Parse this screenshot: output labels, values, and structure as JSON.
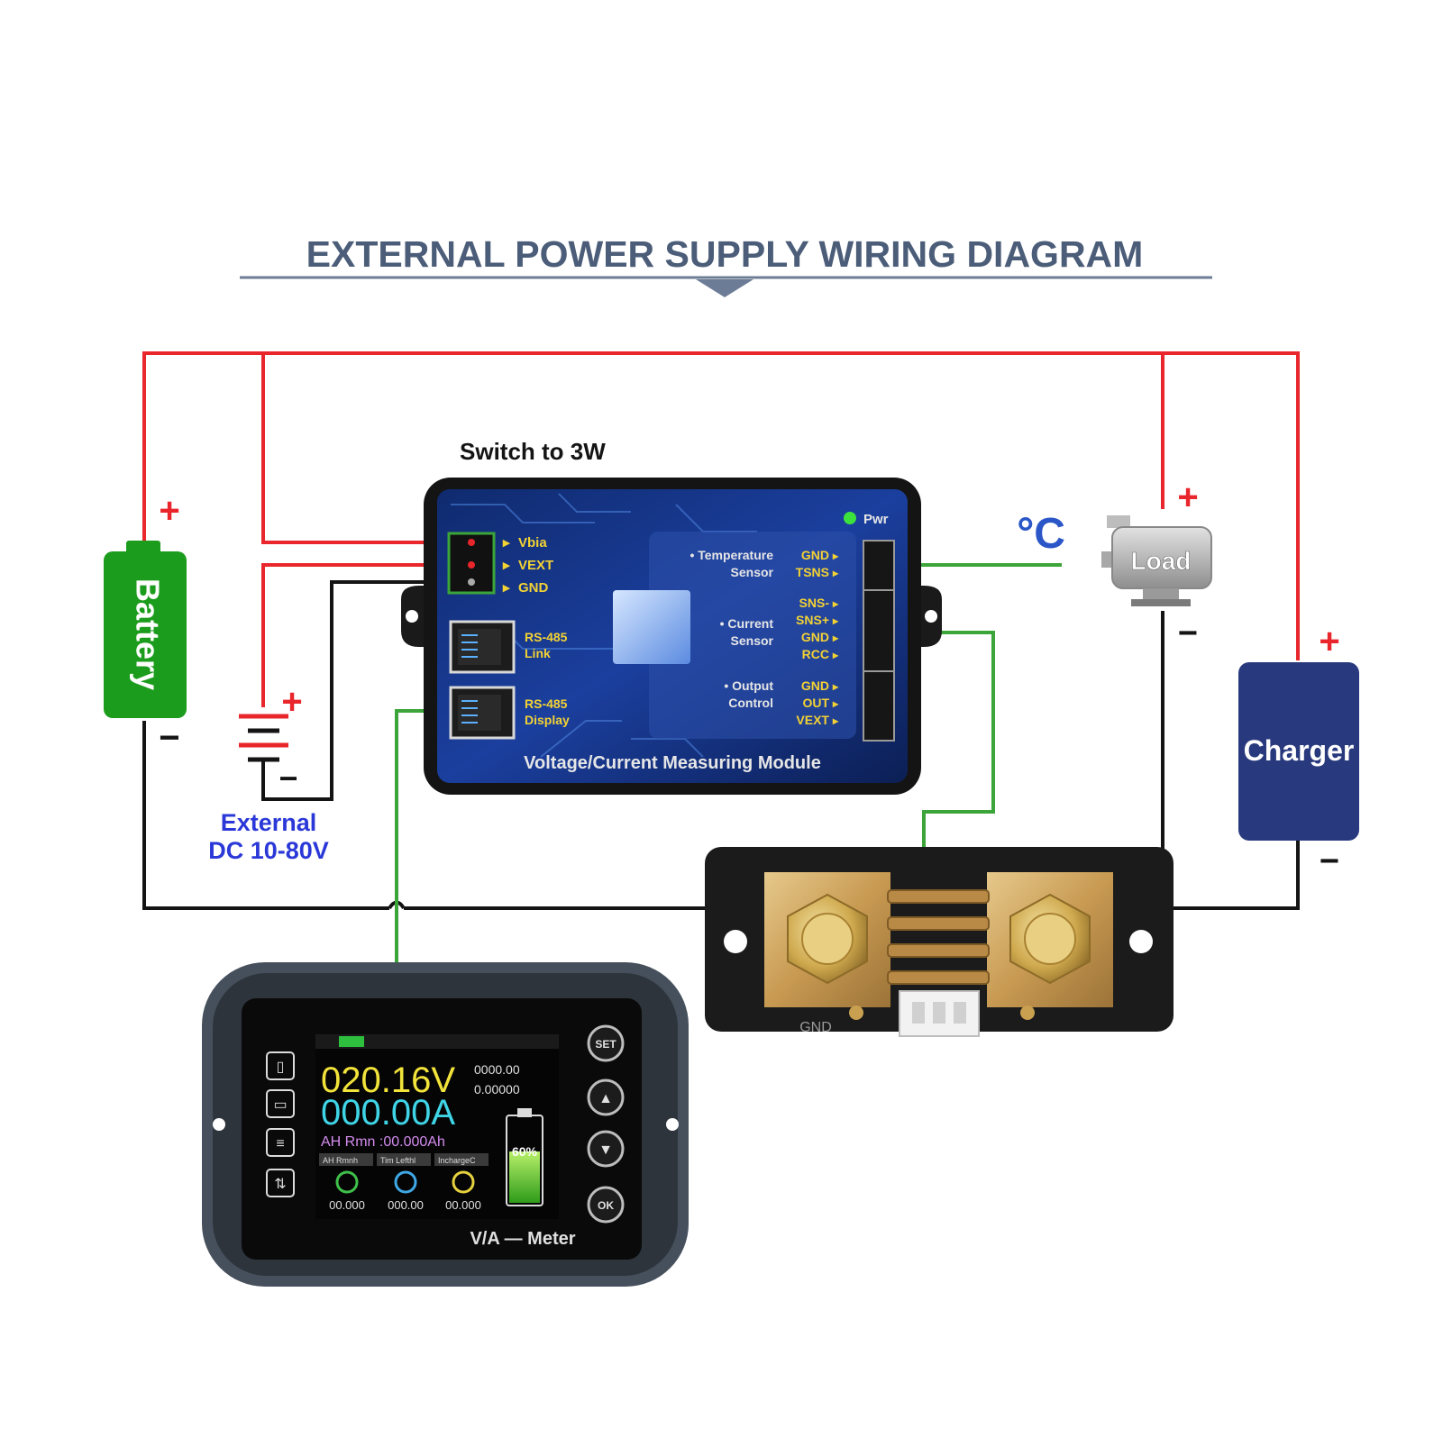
{
  "title": "EXTERNAL POWER SUPPLY WIRING DIAGRAM",
  "switch_note": "Switch to 3W",
  "battery": {
    "label": "Battery",
    "plus": "+",
    "minus": "−"
  },
  "external": {
    "line1": "External",
    "line2": "DC 10-80V",
    "plus": "+",
    "minus": "−"
  },
  "load": {
    "label": "Load",
    "plus": "+",
    "minus": "−"
  },
  "charger": {
    "label": "Charger",
    "plus": "+",
    "minus": "−"
  },
  "temp_symbol": "°C",
  "module": {
    "name": "Voltage/Current Measuring Module",
    "pwr": "Pwr",
    "left_pins": [
      "Vbia",
      "VEXT",
      "GND"
    ],
    "rs485_link": [
      "RS-485",
      "Link"
    ],
    "rs485_display": [
      "RS-485",
      "Display"
    ],
    "groups": [
      {
        "name": [
          "• Temperature",
          "Sensor"
        ],
        "pins": [
          "GND",
          "TSNS"
        ]
      },
      {
        "name": [
          "• Current",
          "Sensor"
        ],
        "pins": [
          "SNS-",
          "SNS+",
          "GND",
          "RCC"
        ]
      },
      {
        "name": [
          "• Output",
          "Control"
        ],
        "pins": [
          "GND",
          "OUT",
          "VEXT"
        ]
      }
    ]
  },
  "shunt": {
    "label": "GND"
  },
  "meter": {
    "voltage": "020.16V",
    "current": "000.00A",
    "stat1": "0000.00",
    "stat2": "0.00000",
    "ah_remain": "AH Rmn :00.000Ah",
    "tabs": [
      "AH Rmnh",
      "Tim Lefthl",
      "InchargeC"
    ],
    "small_vals": [
      "00.000",
      "000.00",
      "00.000"
    ],
    "battery_pct": "60%",
    "brand": "V/A — Meter",
    "buttons": [
      "SET",
      "▲",
      "▼",
      "OK"
    ]
  },
  "colors": {
    "positive_wire": "#e8262b",
    "negative_wire": "#141414",
    "signal_wire": "#3ca53a",
    "title": "#4b5d78",
    "battery": "#1c9c1c",
    "charger": "#283a7d",
    "label_blue": "#2b38d8"
  }
}
